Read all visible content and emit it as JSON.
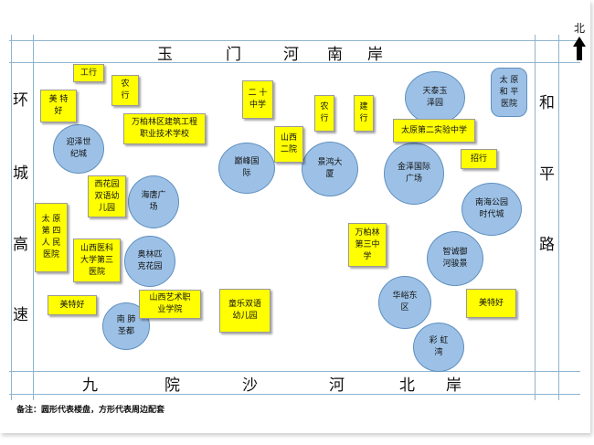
{
  "roads": {
    "top": [
      "玉",
      "门",
      "河",
      "南",
      "岸"
    ],
    "bottom": [
      "九",
      "院",
      "沙",
      "河",
      "北",
      "岸"
    ],
    "left": [
      "环",
      "城",
      "高",
      "速"
    ],
    "right": [
      "和",
      "平",
      "路"
    ]
  },
  "north_label": "北",
  "note": "备注：圆形代表楼盘，方形代表周边配套",
  "buildings": [
    {
      "label": "迎泽世\n纪城"
    },
    {
      "label": "海唐广\n场"
    },
    {
      "label": "奥林匹\n克花园"
    },
    {
      "label": "南  肺\n圣都"
    },
    {
      "label": "巅峰国\n际"
    },
    {
      "label": "景鸿大\n厦"
    },
    {
      "label": "天泰玉\n泽园"
    },
    {
      "label": "太  原\n和  平\n医院"
    },
    {
      "label": "金泽国际\n广场"
    },
    {
      "label": "南海公园\n时代城"
    },
    {
      "label": "智诚御\n河骏景"
    },
    {
      "label": "华峪东\n区"
    },
    {
      "label": "彩  虹\n湾"
    }
  ],
  "facilities": [
    {
      "label": "工行"
    },
    {
      "label": "农\n行"
    },
    {
      "label": "美 特\n好"
    },
    {
      "label": "万柏林区建筑工程\n职业技术学校"
    },
    {
      "label": "西花园\n双语幼\n儿园"
    },
    {
      "label": "太  原\n第 四\n人 民\n医院"
    },
    {
      "label": "山西医科\n大学第三\n医院"
    },
    {
      "label": "美特好"
    },
    {
      "label": "山西艺术职\n业学院"
    },
    {
      "label": "二  十\n中学"
    },
    {
      "label": "山西\n二院"
    },
    {
      "label": "农\n行"
    },
    {
      "label": "建\n行"
    },
    {
      "label": "太原第二实验中学"
    },
    {
      "label": "招行"
    },
    {
      "label": "万柏林\n第三中\n学"
    },
    {
      "label": "童乐双语\n幼儿园"
    },
    {
      "label": "美特好"
    }
  ]
}
